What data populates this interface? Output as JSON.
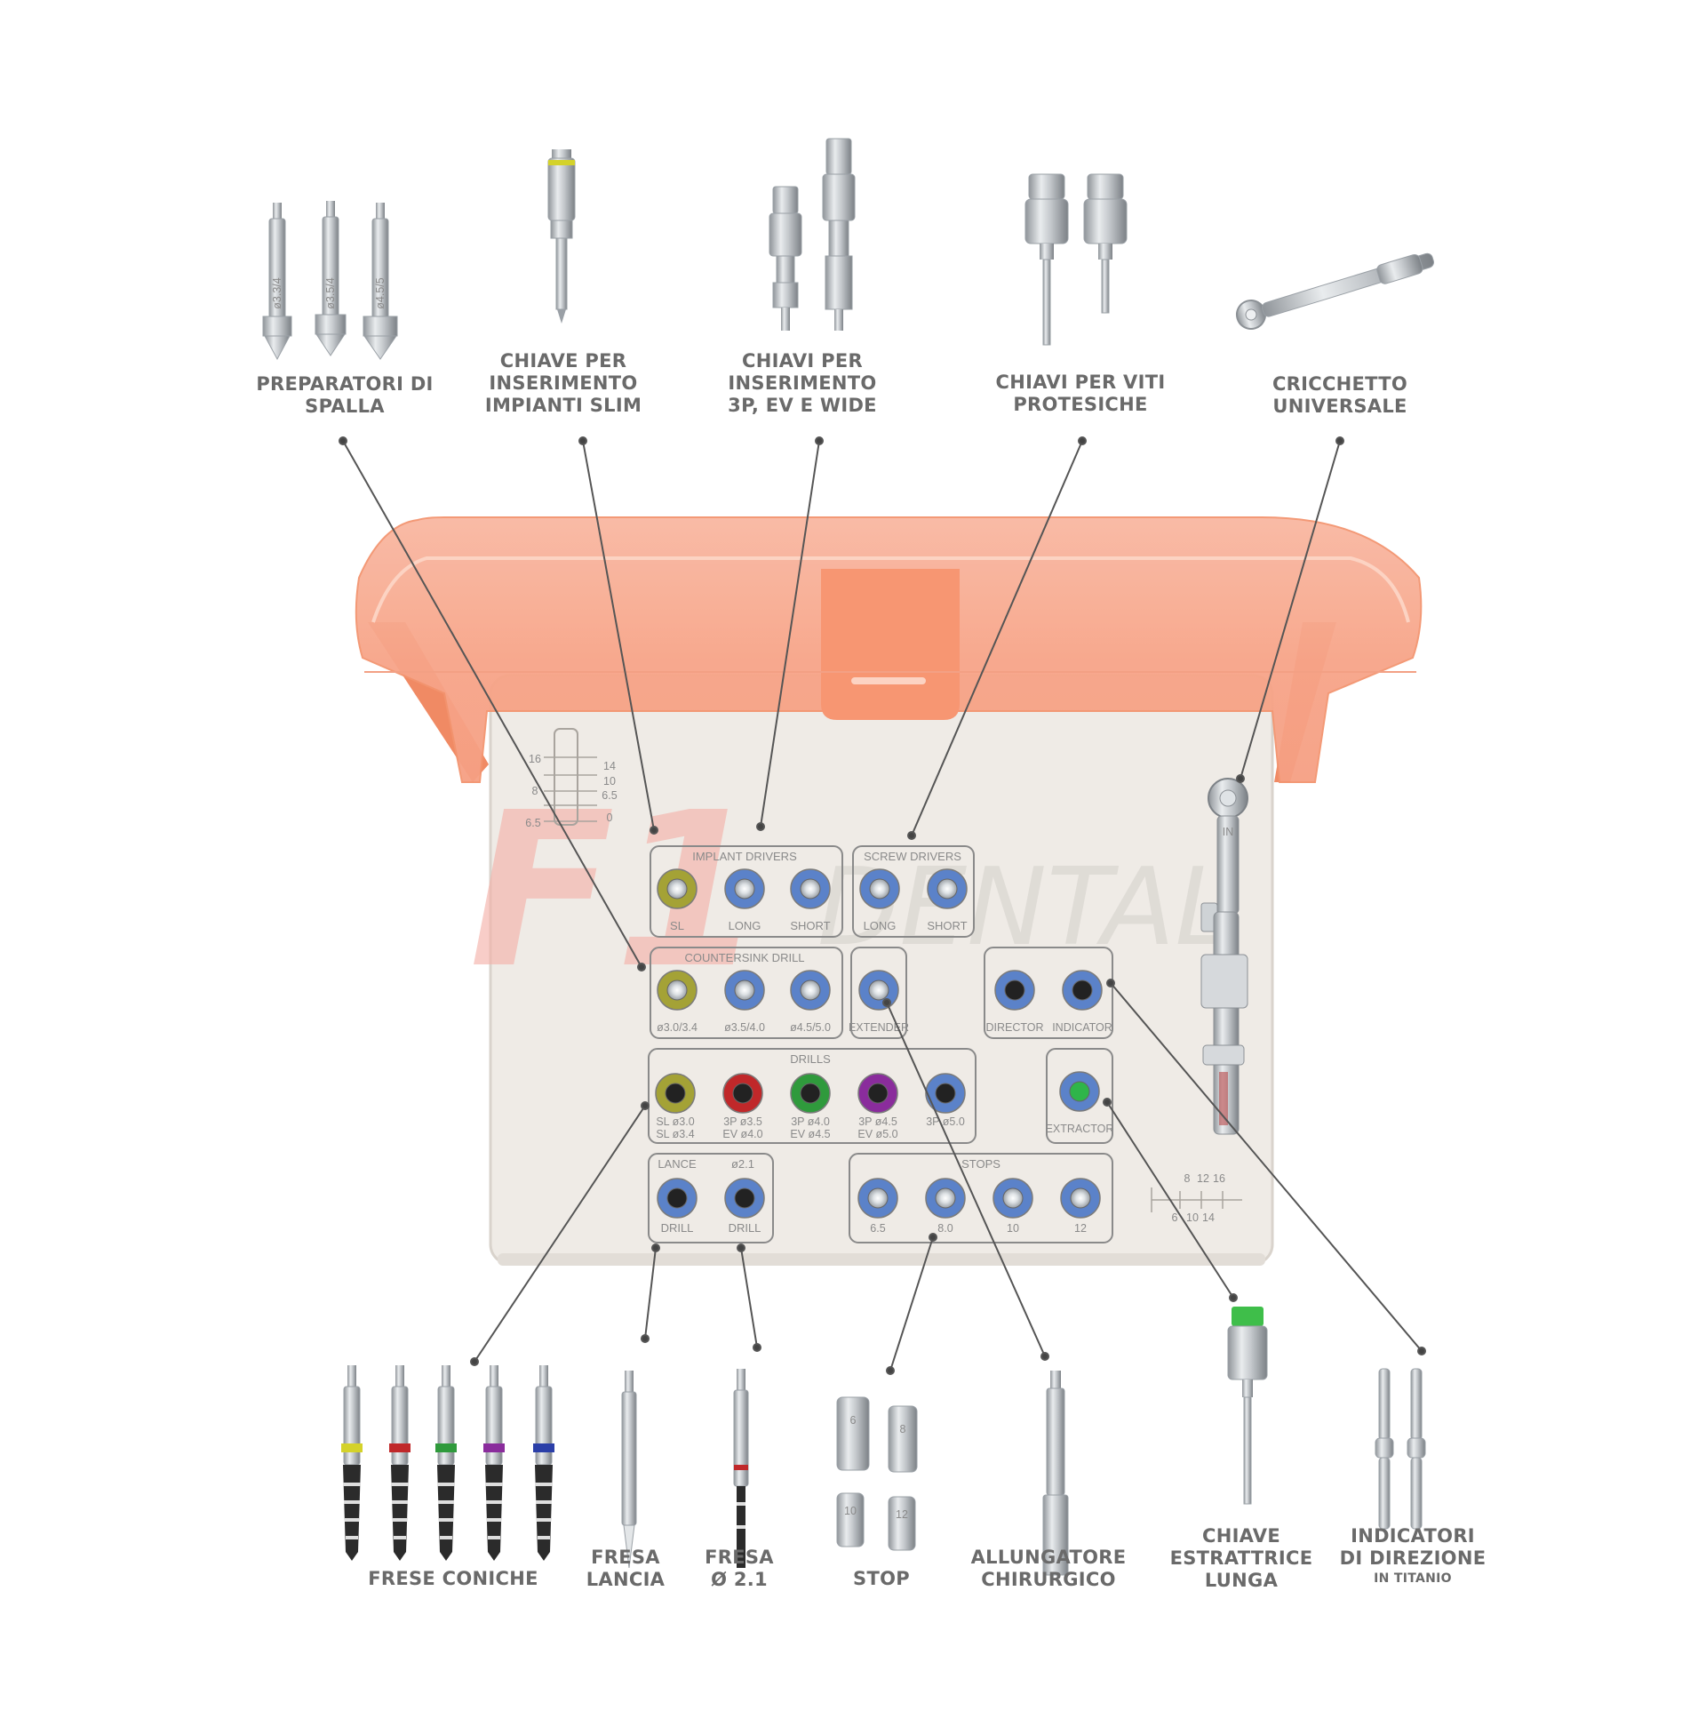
{
  "brand": {
    "logo_mark": "F1",
    "logo_word": "DENTAL",
    "logo_color": "#e8392b"
  },
  "colors": {
    "lid": "#f7a48a",
    "lid_edge": "#f08060",
    "tray": "#efebe6",
    "tray_edge": "#d9d3cc",
    "slot_blue": "#5b82c9",
    "slot_olive": "#a4a236",
    "slot_red": "#c0282a",
    "slot_green": "#2f9a3c",
    "slot_purple": "#8a2c9c",
    "extractor_green": "#2fb54a",
    "leader": "#555555"
  },
  "callouts_top": [
    {
      "id": "shoulder",
      "lines": [
        "PREPARATORI DI",
        "SPALLA"
      ]
    },
    {
      "id": "slim",
      "lines": [
        "CHIAVE PER",
        "INSERIMENTO",
        "IMPIANTI SLIM"
      ]
    },
    {
      "id": "wide",
      "lines": [
        "CHIAVI PER",
        "INSERIMENTO",
        "3P, EV E WIDE"
      ]
    },
    {
      "id": "prosthetic",
      "lines": [
        "CHIAVI PER VITI",
        "PROTESICHE"
      ]
    },
    {
      "id": "ratchet",
      "lines": [
        "CRICCHETTO",
        "UNIVERSALE"
      ]
    }
  ],
  "callouts_bottom": [
    {
      "id": "conical",
      "lines": [
        "FRESE CONICHE"
      ]
    },
    {
      "id": "lance",
      "lines": [
        "FRESA",
        "LANCIA"
      ]
    },
    {
      "id": "drill21",
      "lines": [
        "FRESA",
        "Ø 2.1"
      ]
    },
    {
      "id": "stop",
      "lines": [
        "STOP"
      ]
    },
    {
      "id": "extender",
      "lines": [
        "ALLUNGATORE",
        "CHIRURGICO"
      ]
    },
    {
      "id": "extractor",
      "lines": [
        "CHIAVE",
        "ESTRATTRICE",
        "LUNGA"
      ]
    },
    {
      "id": "indicators",
      "lines": [
        "INDICATORI",
        "DI DIREZIONE"
      ],
      "sub": "IN TITANIO"
    }
  ],
  "tray": {
    "implant_drivers": {
      "title": "IMPLANT DRIVERS",
      "slots": [
        "SL",
        "LONG",
        "SHORT"
      ]
    },
    "screw_drivers": {
      "title": "SCREW DRIVERS",
      "slots": [
        "LONG",
        "SHORT"
      ]
    },
    "countersink": {
      "title": "COUNTERSINK DRILL",
      "slots": [
        "ø3.0/3.4",
        "ø3.5/4.0",
        "ø4.5/5.0"
      ]
    },
    "extender": {
      "label": "EXTENDER"
    },
    "director": {
      "labels": [
        "DIRECTOR",
        "INDICATOR"
      ]
    },
    "drills": {
      "title": "DRILLS",
      "slots": [
        {
          "l1": "SL ø3.0",
          "l2": "SL ø3.4",
          "color": "olive"
        },
        {
          "l1": "3P ø3.5",
          "l2": "EV ø4.0",
          "color": "red"
        },
        {
          "l1": "3P ø4.0",
          "l2": "EV ø4.5",
          "color": "green"
        },
        {
          "l1": "3P ø4.5",
          "l2": "EV ø5.0",
          "color": "purple"
        },
        {
          "l1": "3P ø5.0",
          "l2": "",
          "color": "blue"
        }
      ]
    },
    "extractor": {
      "label": "EXTRACTOR"
    },
    "lance_group": {
      "titles": [
        "LANCE",
        "ø2.1"
      ],
      "slots": [
        "DRILL",
        "DRILL"
      ]
    },
    "stops": {
      "title": "STOPS",
      "slots": [
        "6.5",
        "8.0",
        "10",
        "12"
      ]
    },
    "ratchet_mark": "IN",
    "gauge_top": {
      "left": [
        "16",
        "",
        "8",
        "",
        "6.5"
      ],
      "right": [
        "14",
        "10",
        "6.5",
        "0"
      ]
    },
    "gauge_bottom": {
      "top": [
        "8",
        "12",
        "16"
      ],
      "bottom": [
        "6",
        "10",
        "14"
      ]
    }
  },
  "tool_engravings": {
    "shoulder": [
      "ø3.3/4",
      "ø3.5/4",
      "ø4.5/5"
    ],
    "stops": [
      "6",
      "8",
      "10",
      "12"
    ]
  }
}
